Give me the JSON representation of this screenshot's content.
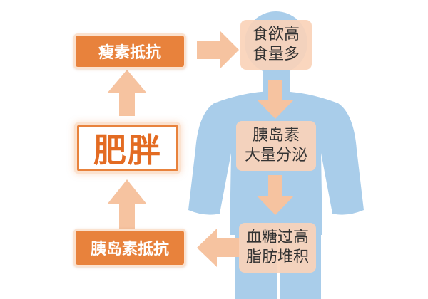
{
  "nodes": {
    "leptin_resistance": "瘦素抵抗",
    "obesity": "肥胖",
    "insulin_resistance": "胰岛素抵抗",
    "appetite": [
      "食欲高",
      "食量多"
    ],
    "insulin_secretion": [
      "胰岛素",
      "大量分泌"
    ],
    "blood_fat": [
      "血糖过高",
      "脂肪堆积"
    ]
  },
  "colors": {
    "orange": "#e8823c",
    "orange_text": "#e36b22",
    "peach": "#f9cfb1",
    "arrow": "#f6c3a0",
    "body": "#a9cdea"
  }
}
